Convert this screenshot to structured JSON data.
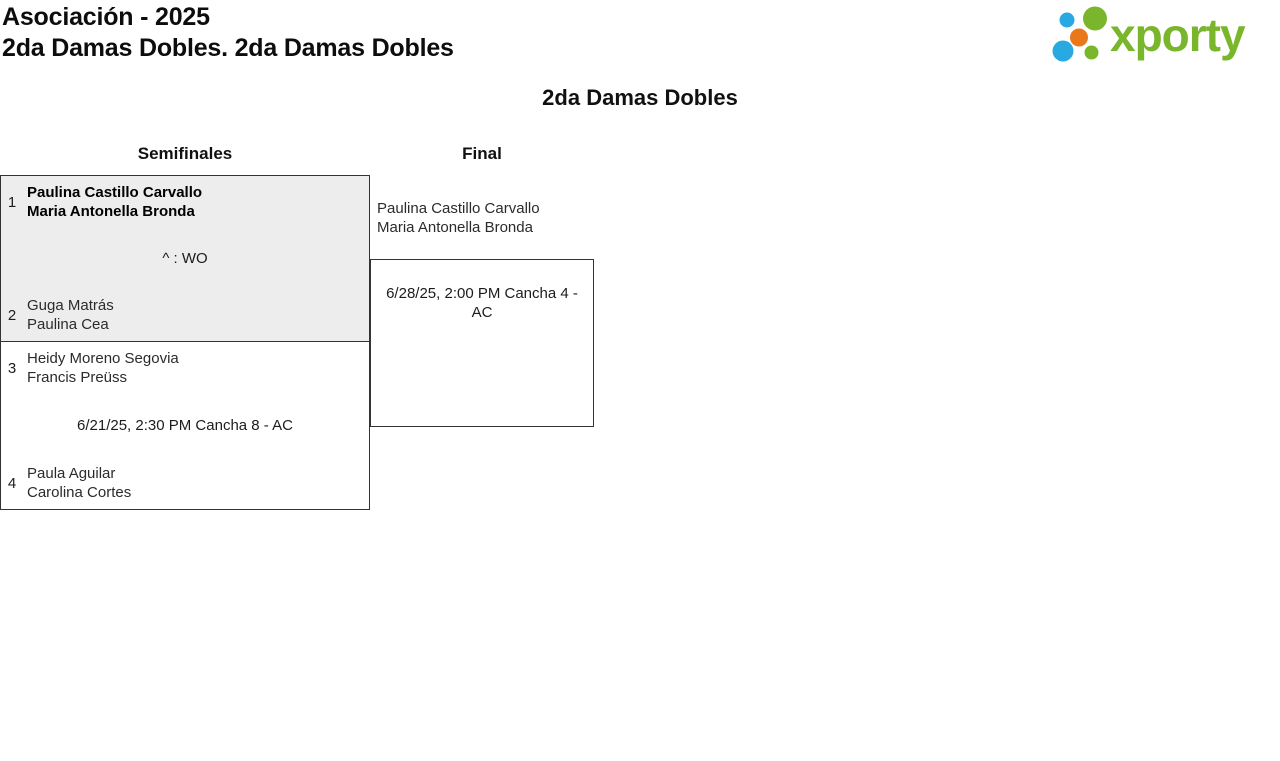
{
  "header": {
    "title_line1": "Asociación - 2025",
    "title_line2": "2da Damas Dobles. 2da Damas Dobles"
  },
  "logo": {
    "text": "xporty",
    "colors": {
      "green": "#7ab62c",
      "blue": "#29a9e1",
      "orange": "#e8781a"
    }
  },
  "bracket": {
    "title": "2da Damas Dobles",
    "rounds": [
      {
        "label": "Semifinales"
      },
      {
        "label": "Final"
      }
    ],
    "matches": [
      {
        "round": "Semifinales",
        "teams": [
          {
            "seed": "1",
            "players": [
              "Paulina Castillo Carvallo",
              "Maria Antonella Bronda"
            ],
            "winner": true
          },
          {
            "seed": "2",
            "players": [
              "Guga Matrás",
              "Paulina Cea"
            ],
            "winner": false
          }
        ],
        "result": "^ : WO"
      },
      {
        "round": "Semifinales",
        "teams": [
          {
            "seed": "3",
            "players": [
              "Heidy Moreno Segovia",
              "Francis Preüss"
            ],
            "winner": false
          },
          {
            "seed": "4",
            "players": [
              "Paula Aguilar",
              "Carolina Cortes"
            ],
            "winner": false
          }
        ],
        "result": "6/21/25, 2:30 PM Cancha 8 - AC"
      }
    ],
    "final": {
      "advanced_team": [
        "Paulina Castillo Carvallo",
        "Maria Antonella Bronda"
      ],
      "schedule": "6/28/25, 2:00 PM Cancha 4 - AC"
    }
  },
  "colors": {
    "match_border": "#333333",
    "match_highlight_fill": "#ededed"
  }
}
